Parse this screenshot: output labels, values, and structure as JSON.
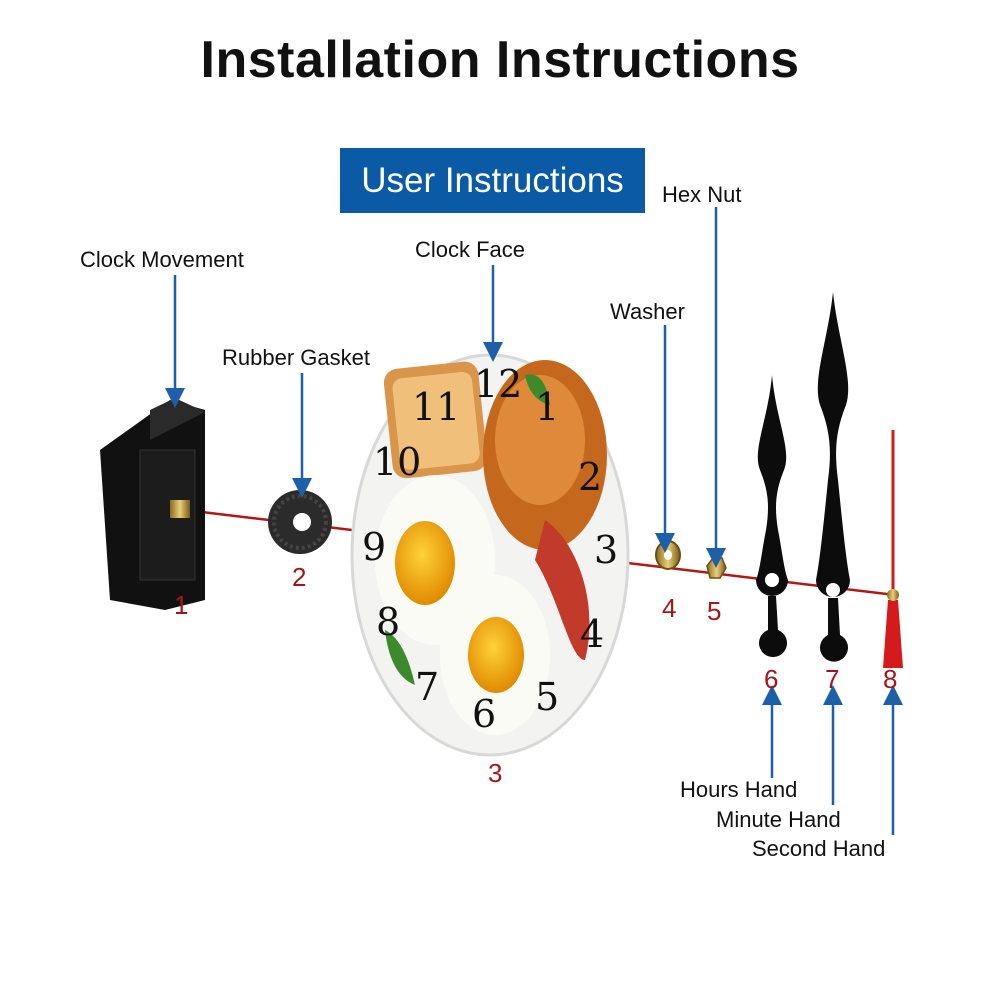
{
  "title": "Installation Instructions",
  "banner": "User Instructions",
  "labels": {
    "clock_movement": "Clock Movement",
    "rubber_gasket": "Rubber Gasket",
    "clock_face": "Clock Face",
    "washer": "Washer",
    "hex_nut": "Hex Nut",
    "hours_hand": "Hours Hand",
    "minute_hand": "Minute Hand",
    "second_hand": "Second Hand"
  },
  "numbers": [
    "1",
    "2",
    "3",
    "4",
    "5",
    "6",
    "7",
    "8"
  ],
  "dial_numerals": [
    "12",
    "1",
    "2",
    "3",
    "4",
    "5",
    "6",
    "7",
    "8",
    "9",
    "10",
    "11"
  ],
  "colors": {
    "banner": "#0b5aa6",
    "arrow": "#1d5fa8",
    "number": "#a3161a",
    "axis": "#b01818"
  }
}
